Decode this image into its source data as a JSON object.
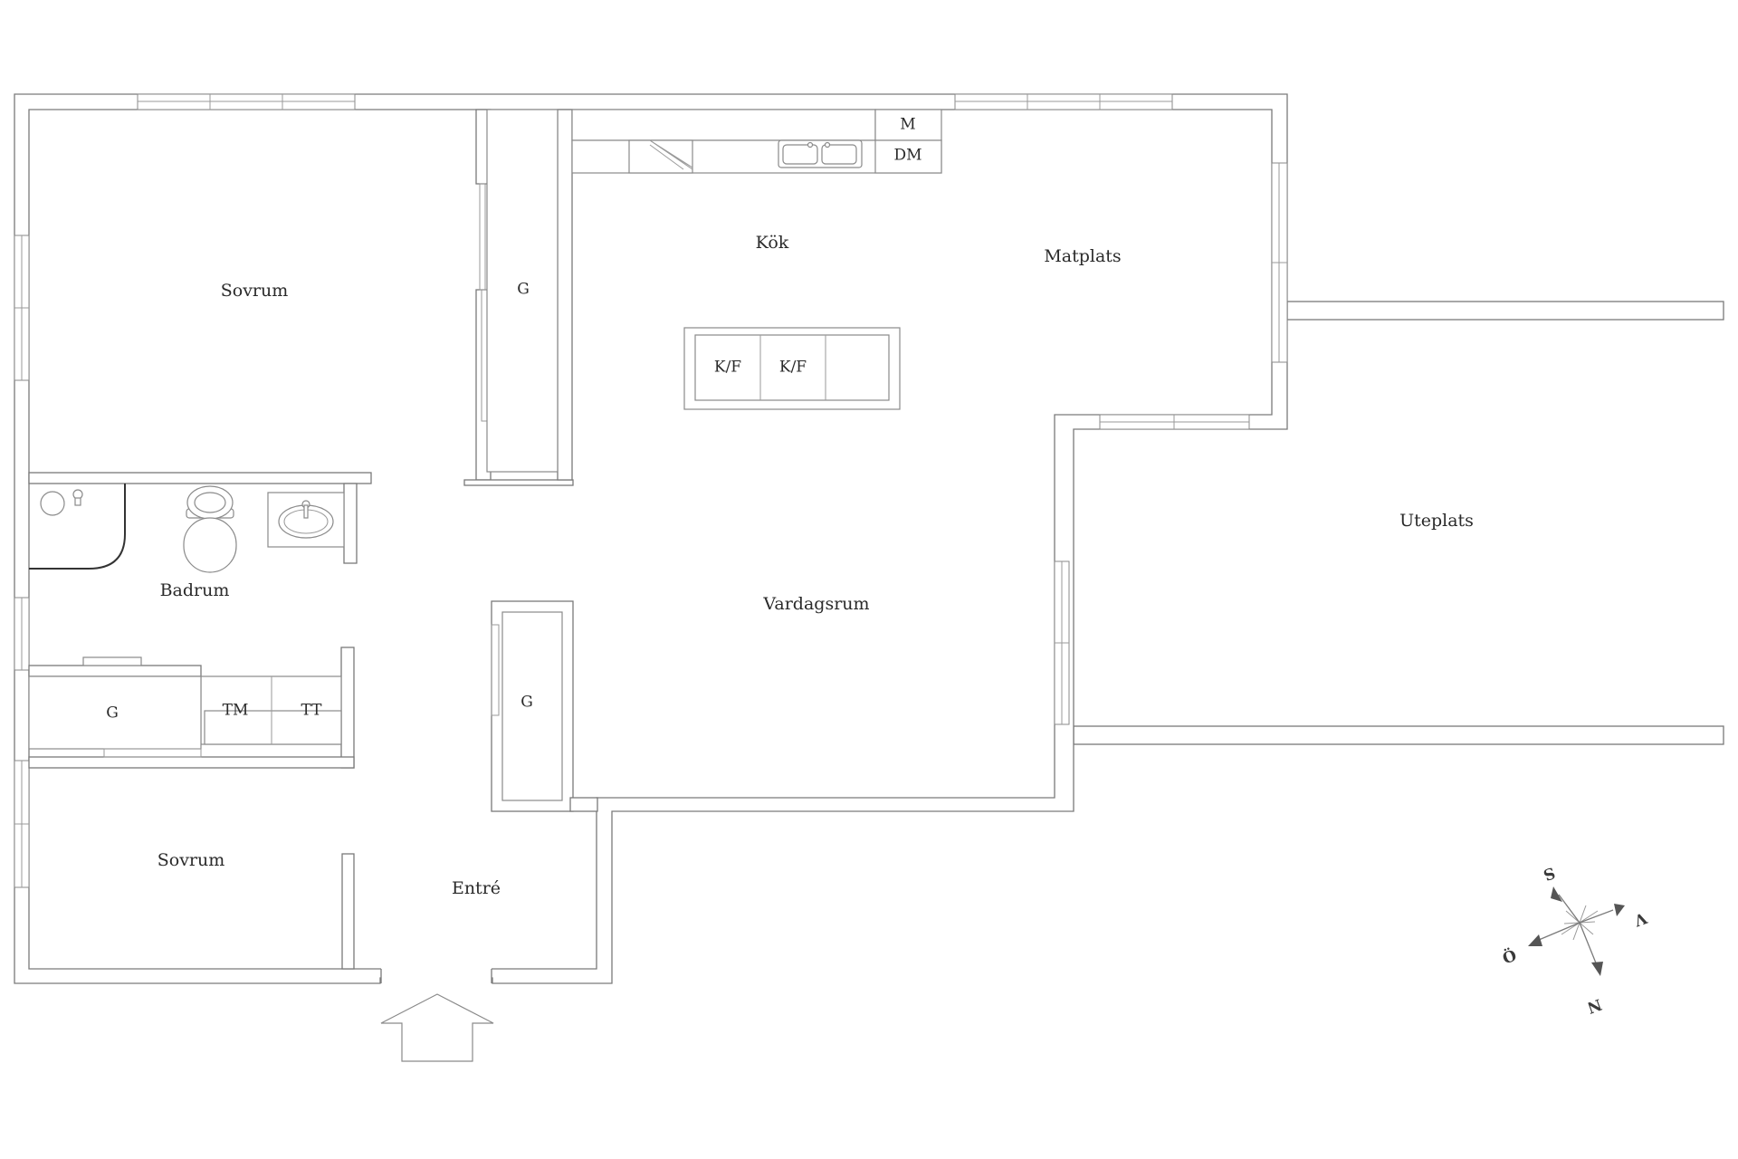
{
  "rooms": {
    "bedroom_top": "Sovrum",
    "bedroom_bottom": "Sovrum",
    "bathroom": "Badrum",
    "kitchen": "Kök",
    "dining": "Matplats",
    "living": "Vardagsrum",
    "entrance": "Entré",
    "terrace": "Uteplats"
  },
  "fixtures": {
    "wardrobe_top": "G",
    "wardrobe_mid": "G",
    "wardrobe_left": "G",
    "washing_machine": "TM",
    "tumble_dryer": "TT",
    "microwave": "M",
    "dishwasher": "DM",
    "fridge_freezer_1": "K/F",
    "fridge_freezer_2": "K/F"
  },
  "compass": {
    "south": "S",
    "north": "N",
    "east": "Ö",
    "west": "V"
  }
}
